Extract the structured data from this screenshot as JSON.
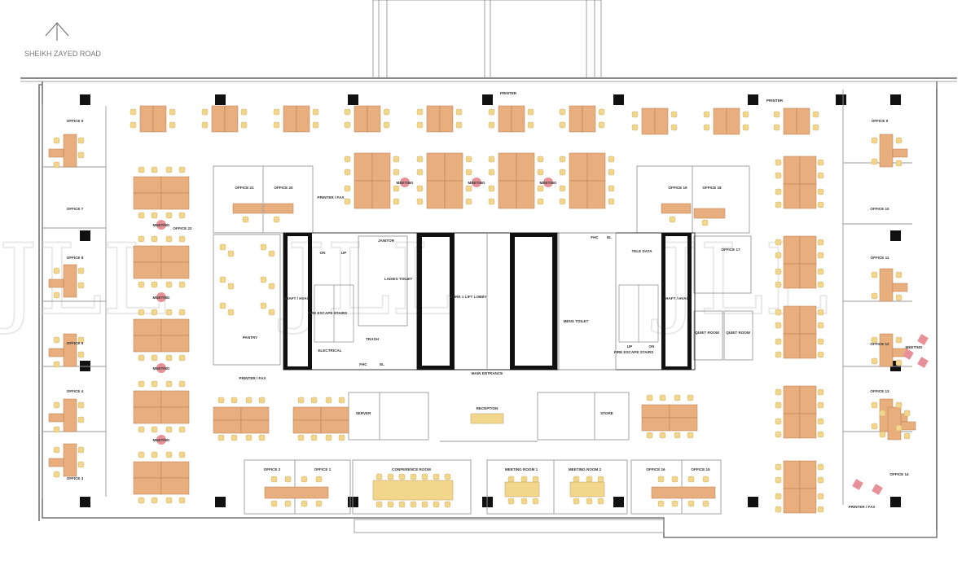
{
  "road": "SHEIKH ZAYED ROAD",
  "watermark": "JLL",
  "watermark_mark": "®",
  "colors": {
    "desk": "#E8AE7E",
    "chair": "#F2D68C",
    "meeting": "#E89098",
    "wall": "#1a1a1a",
    "line": "#9a9a9a"
  },
  "labels": {
    "office6": "OFFICE 6",
    "office7": "OFFICE 7",
    "office8": "OFFICE 8",
    "office5": "OFFICE 5",
    "office4": "OFFICE 4",
    "office3": "OFFICE 3",
    "office21": "OFFICE 21",
    "office20": "OFFICE 20",
    "office22": "OFFICE 22",
    "printerfax": "PRINTER / FAX",
    "meeting_a": "MEETING",
    "meeting_b": "MEETING",
    "meeting_c": "MEETING",
    "meeting_d": "MEETING",
    "meeting_e": "MEETING",
    "meeting_f": "MEETING",
    "meeting_g": "MEETING",
    "meeting_h": "MEETING",
    "printer1": "PRINTER",
    "printer2": "PRINTER",
    "office9": "OFFICE 9",
    "office10": "OFFICE 10",
    "office11": "OFFICE 11",
    "office12": "OFFICE 12",
    "office13": "OFFICE 13",
    "office14": "OFFICE 14",
    "office19": "OFFICE 19",
    "office18": "OFFICE 18",
    "office17": "OFFICE 17",
    "janitor": "JANITOR",
    "ladies": "LADIES TOILET",
    "fhc1": "FHC",
    "el1": "EL",
    "fhc2": "FHC",
    "el2": "EL",
    "core": "CORE 1 LIFT LOBBY",
    "tel": "TELE DATA",
    "shaft1": "SHAFT / HVAC",
    "shaft2": "SHAFT / HVAC",
    "fire1": "FIRE ESCAPE STAIRS",
    "fire2": "FIRE ESCAPE STAIRS",
    "on": "ON",
    "up": "UP",
    "on2": "ON",
    "up2": "UP",
    "electrical": "ELECTRICAL",
    "trash": "TRASH",
    "mens": "MENS TOILET",
    "pantry": "PANTRY",
    "quiet1": "QUIET ROOM",
    "quiet2": "QUIET ROOM",
    "main": "MAIN ENTRANCE",
    "reception": "RECEPTION",
    "server": "SERVER",
    "store": "STORE",
    "printerfax2": "PRINTER / FAX",
    "printerfax3": "PRINTER / FAX",
    "office2": "OFFICE 2",
    "office1": "OFFICE 1",
    "conference": "CONFERENCE ROOM",
    "meeting1": "MEETING ROOM 1",
    "meeting2": "MEETING ROOM 2",
    "office16": "OFFICE 16",
    "office15": "OFFICE 15"
  }
}
